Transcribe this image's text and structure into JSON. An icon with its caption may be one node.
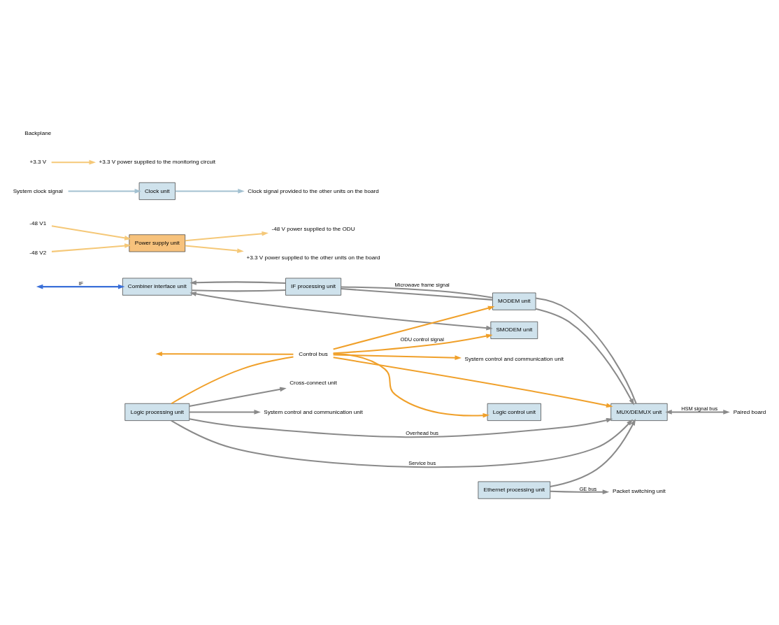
{
  "diagram": {
    "nodes": [
      {
        "text": [
          "SMODEM unit"
        ]
      },
      {
        "text": [
          "Combiner interface unit"
        ]
      },
      {
        "text": [
          "IF processing unit"
        ]
      },
      {
        "text": [
          "MODEM unit"
        ]
      },
      {
        "text": [
          "MUX/DEMUX unit"
        ]
      },
      {
        "text": [
          "Logic processing unit"
        ]
      },
      {
        "text": [
          "Ethernet processing unit"
        ]
      },
      {
        "text": [
          "Logic control unit"
        ]
      },
      {
        "text": [
          "Power supply unit"
        ]
      },
      {
        "text": [
          "Clock unit"
        ]
      },
      {
        "text": [
          "Paired board"
        ]
      },
      {
        "text": [
          "Cross-connect unit"
        ]
      },
      {
        "text": [
          "System control and communication unit"
        ]
      },
      {
        "text": [
          "Packet switching unit"
        ]
      },
      {
        "text": [
          "System control and communication unit"
        ]
      },
      {
        "text": [
          "-48 V power supplied to the ODU"
        ]
      },
      {
        "text": [
          "+3.3 V power supplied to the other units on the board"
        ]
      },
      {
        "text": [
          "+3.3 V power supplied to the monitoring circuit"
        ]
      },
      {
        "text": [
          "Clock signal provided to the other units on the board"
        ]
      },
      {
        "text": [
          "-48 V1"
        ]
      },
      {
        "text": [
          "-48 V2"
        ]
      },
      {
        "text": [
          "+3.3 V"
        ]
      },
      {
        "text": [
          "System clock signal"
        ]
      },
      {
        "text": [
          "Control bus"
        ]
      }
    ],
    "edges": [
      {
        "from": null,
        "to": 1,
        "arrow": "both",
        "label": "IF",
        "color": "#3a6fd8"
      },
      {
        "from": 1,
        "to": 0,
        "arrow": "both"
      },
      {
        "from": 1,
        "to": 2,
        "arrow": "none"
      },
      {
        "from": 2,
        "to": 3,
        "arrow": "none",
        "label": "Microwave frame signal"
      },
      {
        "from": 3,
        "to": 4,
        "arrow": "to"
      },
      {
        "from": 4,
        "to": 3,
        "arrow": "none"
      },
      {
        "from": 3,
        "to": 2,
        "arrow": "none"
      },
      {
        "from": 2,
        "to": 1,
        "arrow": "to"
      },
      {
        "from": 4,
        "to": 10,
        "arrow": "both",
        "label": "HSM signal bus"
      },
      {
        "from": 5,
        "to": 4,
        "arrow": "to",
        "label": "Service bus"
      },
      {
        "from": 5,
        "to": 11,
        "arrow": "to"
      },
      {
        "from": 5,
        "to": 4,
        "arrow": "to",
        "label": "Overhead bus"
      },
      {
        "from": 5,
        "to": 12,
        "arrow": "to"
      },
      {
        "from": 6,
        "to": 4,
        "arrow": "to"
      },
      {
        "from": 6,
        "to": 13,
        "arrow": "to",
        "label": "GE bus"
      },
      {
        "from": 23,
        "to": 0,
        "arrow": "to",
        "label": "ODU control signal",
        "color": "#f0a02a"
      },
      {
        "from": 23,
        "to": 3,
        "arrow": "to",
        "color": "#f0a02a"
      },
      {
        "from": 23,
        "to": 4,
        "arrow": "to",
        "color": "#f0a02a"
      },
      {
        "from": 5,
        "to": 23,
        "arrow": "none",
        "color": "#f0a02a"
      },
      {
        "from": 23,
        "to": 7,
        "arrow": "to",
        "color": "#f0a02a"
      },
      {
        "from": 23,
        "to": 14,
        "arrow": "to",
        "color": "#f0a02a"
      },
      {
        "from": 23,
        "to": null,
        "arrow": "to",
        "color": "#f0a02a"
      },
      {
        "from": 8,
        "to": 15,
        "arrow": "to",
        "color": "#f5c878"
      },
      {
        "from": 8,
        "to": 16,
        "arrow": "to",
        "color": "#f5c878"
      },
      {
        "from": 19,
        "to": 8,
        "arrow": "to",
        "color": "#f5c878"
      },
      {
        "from": 20,
        "to": 8,
        "arrow": "to",
        "color": "#f5c878"
      },
      {
        "from": 21,
        "to": 17,
        "arrow": "to",
        "color": "#f5c878"
      },
      {
        "from": 9,
        "to": 18,
        "arrow": "to",
        "color": "#a3c1d1"
      },
      {
        "from": 22,
        "to": 9,
        "arrow": "to",
        "color": "#a3c1d1"
      }
    ],
    "labels": [
      "Backplane"
    ]
  }
}
